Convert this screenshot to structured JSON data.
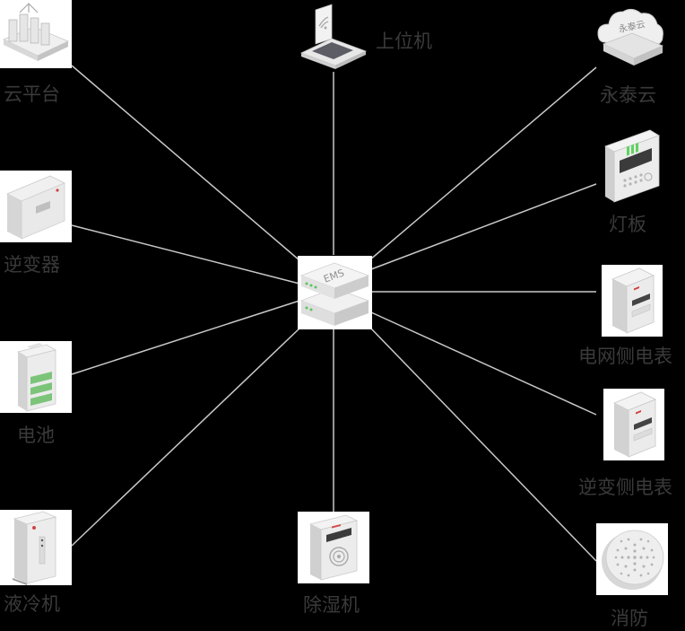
{
  "hub": {
    "label": "EMS",
    "icon": "ems-server-icon"
  },
  "devices": [
    {
      "id": "cloud-platform",
      "label": "云平台",
      "icon": "cloud-platform-icon"
    },
    {
      "id": "host-computer",
      "label": "上位机",
      "icon": "laptop-icon"
    },
    {
      "id": "yongtai-cloud",
      "label": "永泰云",
      "icon": "cloud-icon",
      "logo_text": "永泰云"
    },
    {
      "id": "inverter",
      "label": "逆变器",
      "icon": "inverter-icon"
    },
    {
      "id": "light-panel",
      "label": "灯板",
      "icon": "panel-icon"
    },
    {
      "id": "grid-meter",
      "label": "电网侧电表",
      "icon": "meter-icon"
    },
    {
      "id": "battery",
      "label": "电池",
      "icon": "battery-icon"
    },
    {
      "id": "inverter-meter",
      "label": "逆变侧电表",
      "icon": "meter-icon"
    },
    {
      "id": "liquid-cooler",
      "label": "液冷机",
      "icon": "cooler-icon"
    },
    {
      "id": "dehumidifier",
      "label": "除湿机",
      "icon": "dehumidifier-icon"
    },
    {
      "id": "fire-protection",
      "label": "消防",
      "icon": "smoke-detector-icon"
    }
  ],
  "colors": {
    "background": "#000000",
    "line": "#c8c8c8",
    "label": "#3a3a3a",
    "device_body": "#ececec",
    "device_shadow": "#b5b5b5",
    "battery_green": "#7cc47a"
  }
}
